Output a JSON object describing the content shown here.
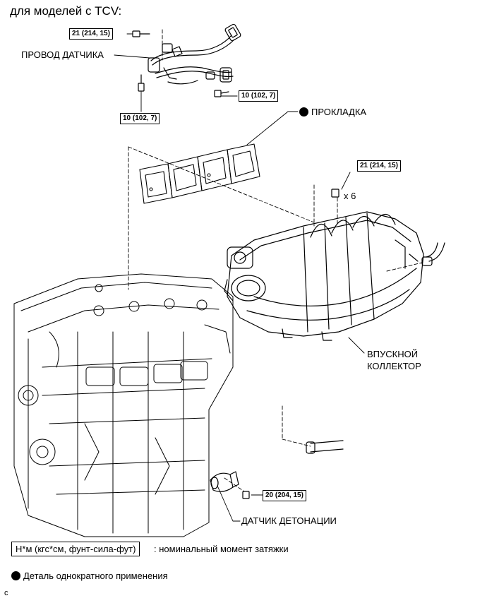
{
  "header": {
    "title": "для моделей с TCV:"
  },
  "labels": {
    "sensor_wire": "ПРОВОД ДАТЧИКА",
    "gasket": "ПРОКЛАДКА",
    "intake_manifold_line1": "ВПУСКНОЙ",
    "intake_manifold_line2": "КОЛЛЕКТОР",
    "knock_sensor": "ДАТЧИК ДЕТОНАЦИИ",
    "bolt_count": "x 6"
  },
  "torque": {
    "wire_upper": "21 (214, 15)",
    "wire_left": "10 (102, 7)",
    "wire_right": "10 (102, 7)",
    "manifold": "21 (214, 15)",
    "knock": "20 (204, 15)"
  },
  "legend": {
    "unit_box": "Н*м (кгс*см, фунт-сила-фут)",
    "unit_desc": ": номинальный момент затяжки",
    "non_reusable": "Деталь однократного применения"
  },
  "footer": {
    "code": "c"
  },
  "icons": {
    "non_reusable_marker": "filled-circle-icon"
  }
}
